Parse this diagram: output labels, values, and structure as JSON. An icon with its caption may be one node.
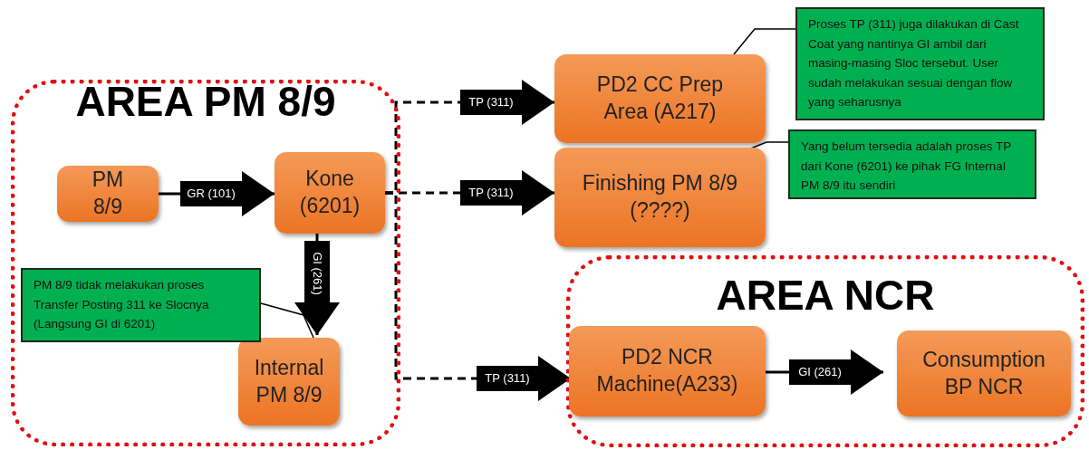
{
  "diagram": {
    "nodes": [
      {
        "text": [
          "AREA PM 8/9"
        ]
      },
      {
        "text": [
          "PM 8/9"
        ],
        "in": 0
      },
      {
        "text": [
          "Kone (6201)"
        ],
        "in": 0
      },
      {
        "text": [
          "Internal PM 8/9"
        ],
        "in": 0
      },
      {
        "text": [
          "PD2 CC Prep Area (A217)"
        ]
      },
      {
        "text": [
          "Finishing PM 8/9 (????)"
        ]
      },
      {
        "text": [
          "AREA NCR"
        ]
      },
      {
        "text": [
          "PD2 NCR Machine(A233)"
        ],
        "in": 6
      },
      {
        "text": [
          "Consumption BP NCR"
        ],
        "in": 6
      },
      {
        "text": [
          "Proses TP (311) juga dilakukan di Cast Coat yang nantinya GI ambil dari masing-masing Sloc tersebut. User sudah melakukan sesuai dengan flow yang seharusnya"
        ]
      },
      {
        "text": [
          "Yang belum tersedia adalah proses TP dari Kone (6201) ke pihak FG Internal PM 8/9 itu sendiri"
        ]
      },
      {
        "text": [
          "PM 8/9 tidak melakukan proses Transfer Posting 311 ke Slocnya (Langsung GI di 6201)"
        ],
        "in": 0
      }
    ],
    "edges": [
      {
        "from": 1,
        "to": 2,
        "arrow": "to",
        "label": "GR (101)"
      },
      {
        "from": 2,
        "to": 3,
        "arrow": "to",
        "label": "GI (261)"
      },
      {
        "from": 2,
        "to": 4,
        "arrow": "to",
        "label": "TP (311)",
        "style": "dashed"
      },
      {
        "from": 2,
        "to": 5,
        "arrow": "to",
        "label": "TP (311)",
        "style": "dashed"
      },
      {
        "from": 2,
        "to": 7,
        "arrow": "to",
        "label": "TP (311)",
        "style": "dashed"
      },
      {
        "from": 7,
        "to": 8,
        "arrow": "to",
        "label": "GI (261)"
      },
      {
        "from": 9,
        "to": 4,
        "arrow": "none"
      },
      {
        "from": 10,
        "to": 5,
        "arrow": "none"
      },
      {
        "from": 11,
        "to": 3,
        "arrow": "none"
      }
    ]
  }
}
